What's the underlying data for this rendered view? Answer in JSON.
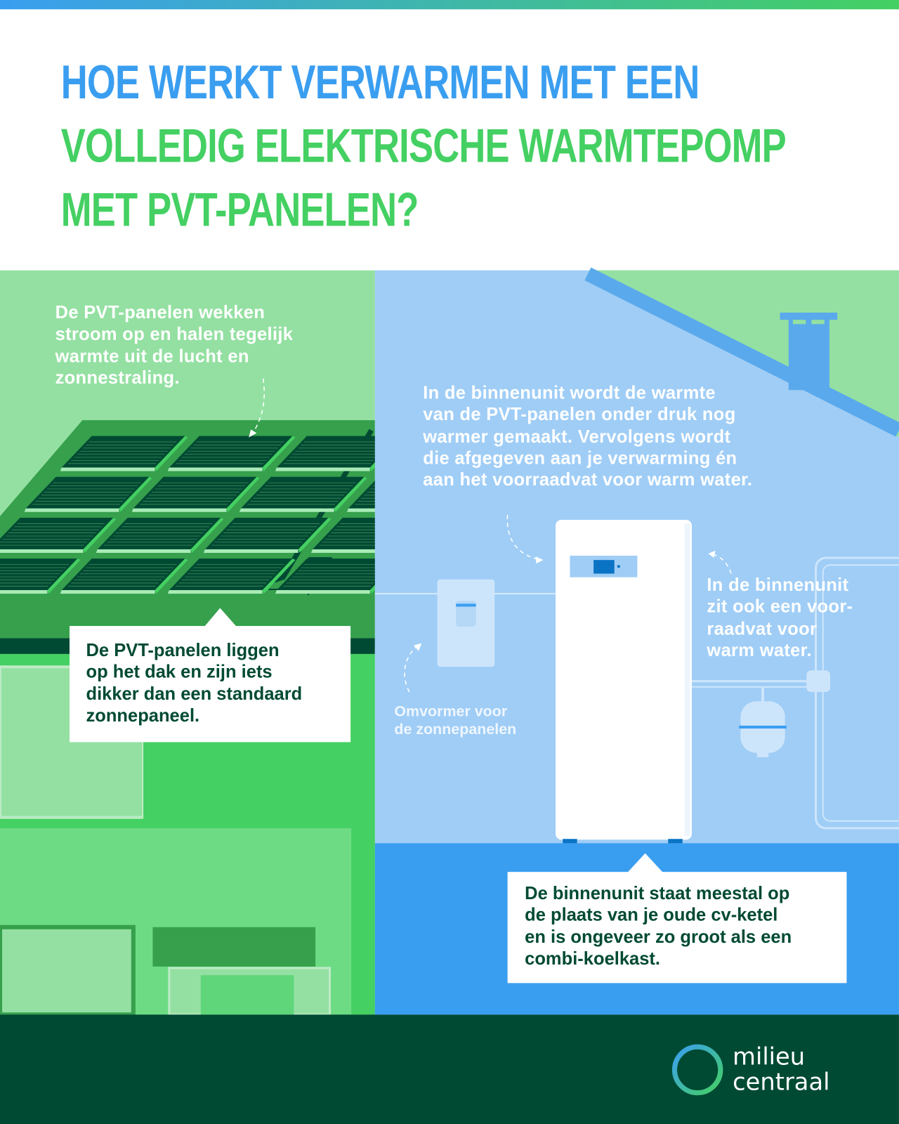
{
  "title": {
    "line1": "HOE WERKT VERWARMEN MET EEN",
    "line2": "VOLLEDIG ELEKTRISCHE WARMTEPOMP",
    "line3": "MET PVT-PANELEN?"
  },
  "left": {
    "intro": [
      "De PVT-panelen wekken",
      "stroom op en halen tegelijk",
      "warmte uit de lucht en",
      "zonnestraling."
    ],
    "callout": [
      "De PVT-panelen liggen",
      "op het dak en zijn iets",
      "dikker dan een standaard",
      "zonnepaneel."
    ]
  },
  "right": {
    "intro": [
      "In de binnenunit wordt de warmte",
      "van de PVT-panelen onder druk nog",
      "warmer gemaakt. Vervolgens wordt",
      "die afgegeven aan je verwarming én",
      "aan het voorraadvat voor warm water."
    ],
    "inverter_label": [
      "Omvormer voor",
      "de zonnepanelen"
    ],
    "tank_label": [
      "In de binnenunit",
      "zit ook een voor-",
      "raadvat voor",
      "warm water."
    ],
    "callout": [
      "De binnenunit staat meestal op",
      "de plaats van je oude cv-ketel",
      "en is ongeveer zo groot als een",
      "combi-koelkast."
    ]
  },
  "footer": {
    "logo_line1": "milieu",
    "logo_line2": "centraal"
  },
  "colors": {
    "blue": "#3a9ef0",
    "green": "#44d062",
    "dark_green": "#004a33",
    "light_green": "#94e0a2",
    "light_blue": "#9fcdf6"
  }
}
